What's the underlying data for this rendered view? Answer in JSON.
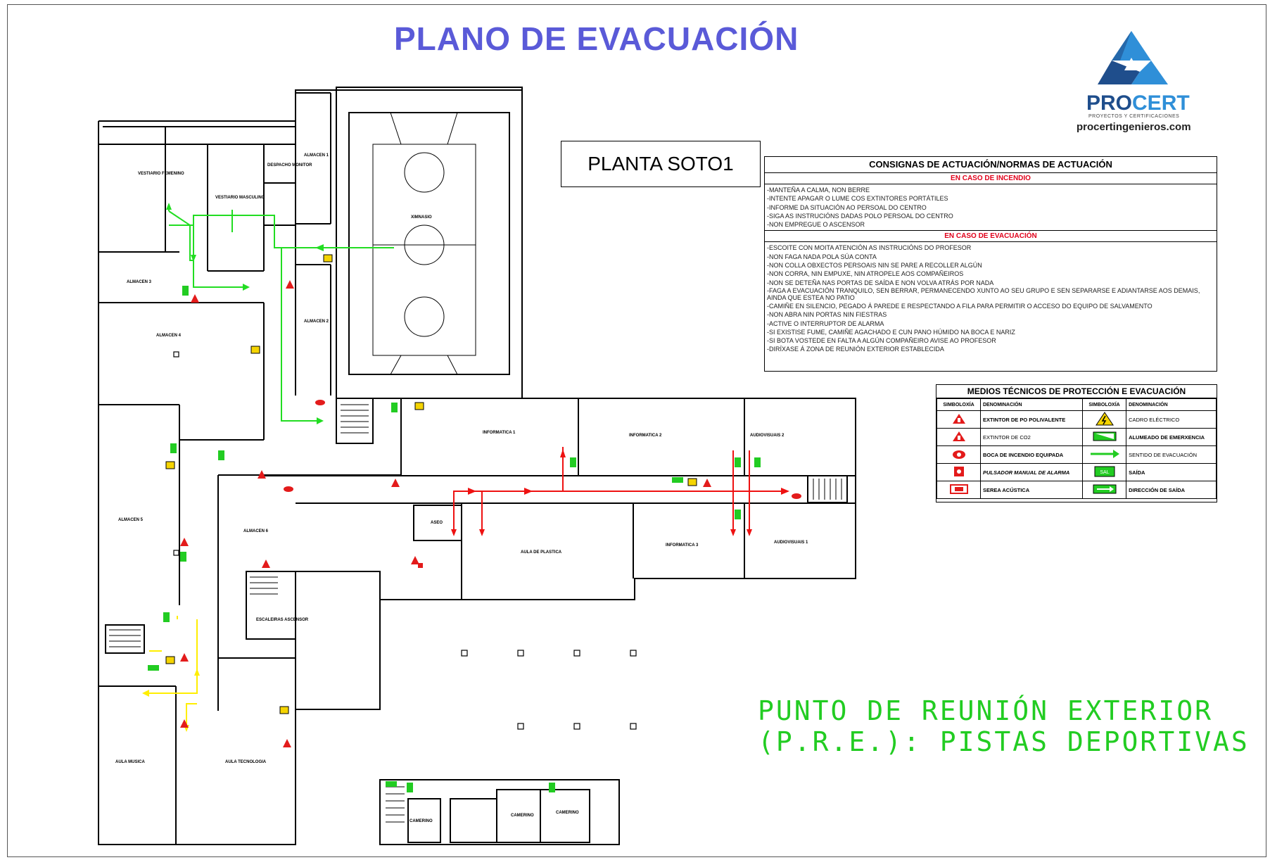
{
  "header": {
    "title": "PLANO DE EVACUACIÓN",
    "floor": "PLANTA SOTO1"
  },
  "logo": {
    "brand_pro": "PRO",
    "brand_cert": "CERT",
    "tagline": "PROYECTOS Y CERTIFICACIONES",
    "website": "procertingenieros.com",
    "colors": {
      "dark": "#1f4e8c",
      "light": "#2f8fd8"
    }
  },
  "rules": {
    "title": "CONSIGNAS DE ACTUACIÓN/NORMAS DE ACTUACIÓN",
    "fire_heading": "EN CASO DE INCENDIO",
    "fire": [
      "-MANTEÑA A CALMA, NON BERRE",
      "-INTENTE APAGAR O LUME COS EXTINTORES PORTÁTILES",
      "-INFORME DA SITUACIÓN AO PERSOAL DO CENTRO",
      "-SIGA AS INSTRUCIÓNS DADAS POLO PERSOAL DO CENTRO",
      "-NON EMPREGUE O ASCENSOR"
    ],
    "evac_heading": "EN CASO DE EVACUACIÓN",
    "evac": [
      "-ESCOITE CON MOITA ATENCIÓN AS INSTRUCIÓNS DO PROFESOR",
      "-NON FAGA NADA POLA SÚA CONTA",
      "-NON COLLA OBXECTOS PERSOAIS NIN SE PARE A RECOLLER ALGÚN",
      "-NON CORRA, NIN EMPUXE, NIN ATROPELE AOS COMPAÑEIROS",
      "-NON SE DETEÑA NAS PORTAS DE SAÍDA E NON VOLVA ATRÁS POR NADA",
      "-FAGA A EVACUACIÓN TRANQUILO, SEN BERRAR, PERMANECENDO XUNTO AO SEU GRUPO E SEN SEPARARSE E ADIANTARSE AOS DEMAIS, AINDA QUE ESTEA NO PATIO",
      "-CAMIÑE EN SILENCIO, PEGADO Á PAREDE E RESPECTANDO A FILA PARA PERMITIR O ACCESO DO EQUIPO DE SALVAMENTO",
      "-NON ABRA NIN PORTAS NIN FIESTRAS",
      "-ACTIVE O INTERRUPTOR DE ALARMA",
      "-SI EXISTISE FUME, CAMIÑE AGACHADO E CUN PANO HÚMIDO NA BOCA E NARIZ",
      "-SI BOTA VOSTEDE EN FALTA A ALGÚN COMPAÑEIRO AVISE AO PROFESOR",
      "-DIRÍXASE Á ZONA DE REUNIÓN EXTERIOR ESTABLECIDA"
    ]
  },
  "legend": {
    "title": "MEDIOS TÉCNICOS DE PROTECCIÓN E EVACUACIÓN",
    "col_symbol": "SIMBOLOXÍA",
    "col_name": "DENOMINACIÓN",
    "left": [
      {
        "icon": "extinguisher-pq-icon",
        "label": "EXTINTOR DE PO POLIVALENTE"
      },
      {
        "icon": "extinguisher-co2-icon",
        "label": "EXTINTOR DE CO2"
      },
      {
        "icon": "fire-hose-icon",
        "label": "BOCA DE INCENDIO EQUIPADA"
      },
      {
        "icon": "alarm-pushbutton-icon",
        "label": "PULSADOR MANUAL DE ALARMA"
      },
      {
        "icon": "siren-icon",
        "label": "SEREA ACÚSTICA"
      }
    ],
    "right": [
      {
        "icon": "electrical-panel-icon",
        "label": "CADRO ELÉCTRICO"
      },
      {
        "icon": "emergency-light-icon",
        "label": "ALUMEADO DE EMERXENCIA"
      },
      {
        "icon": "evacuation-arrow-icon",
        "label": "SENTIDO DE EVACUACIÓN"
      },
      {
        "icon": "exit-sign-icon",
        "label": "SAÍDA",
        "badge": "SAL"
      },
      {
        "icon": "exit-direction-icon",
        "label": "DIRECCIÓN DE SAÍDA"
      }
    ]
  },
  "meeting_point": {
    "line1": "PUNTO DE REUNIÓN EXTERIOR",
    "line2": "(P.R.E.): PISTAS DEPORTIVAS"
  },
  "rooms": {
    "vestiario_fem": "VESTIARIO FEMENINO",
    "vestiario_masc": "VESTIARIO MASCULINO",
    "despacho": "DESPACHO MONITOR",
    "almacen1": "ALMACEN 1",
    "almacen2": "ALMACEN 2",
    "almacen3": "ALMACEN 3",
    "almacen4": "ALMACEN 4",
    "almacen5": "ALMACEN 5",
    "almacen6": "ALMACEN 6",
    "ximnasio": "XIMNASIO",
    "aseo": "ASEO",
    "informatica1": "INFORMATICA 1",
    "informatica2": "INFORMATICA 2",
    "informatica3": "INFORMATICA 3",
    "audiovisuais1": "AUDIOVISUAIS 1",
    "audiovisuais2": "AUDIOVISUAIS 2",
    "aula_plastica": "AULA DE PLASTICA",
    "aula_musica": "AULA MUSICA",
    "aula_tecnologia": "AULA TECNOLOGIA",
    "escaleiras": "ESCALEIRAS ASCENSOR",
    "camerino": "CAMERINO"
  },
  "colors": {
    "route_green": "#22dd22",
    "route_red": "#ee1111",
    "route_yellow": "#ffee00",
    "title_blue": "#5a5ad8",
    "meeting_green": "#22cc22"
  }
}
